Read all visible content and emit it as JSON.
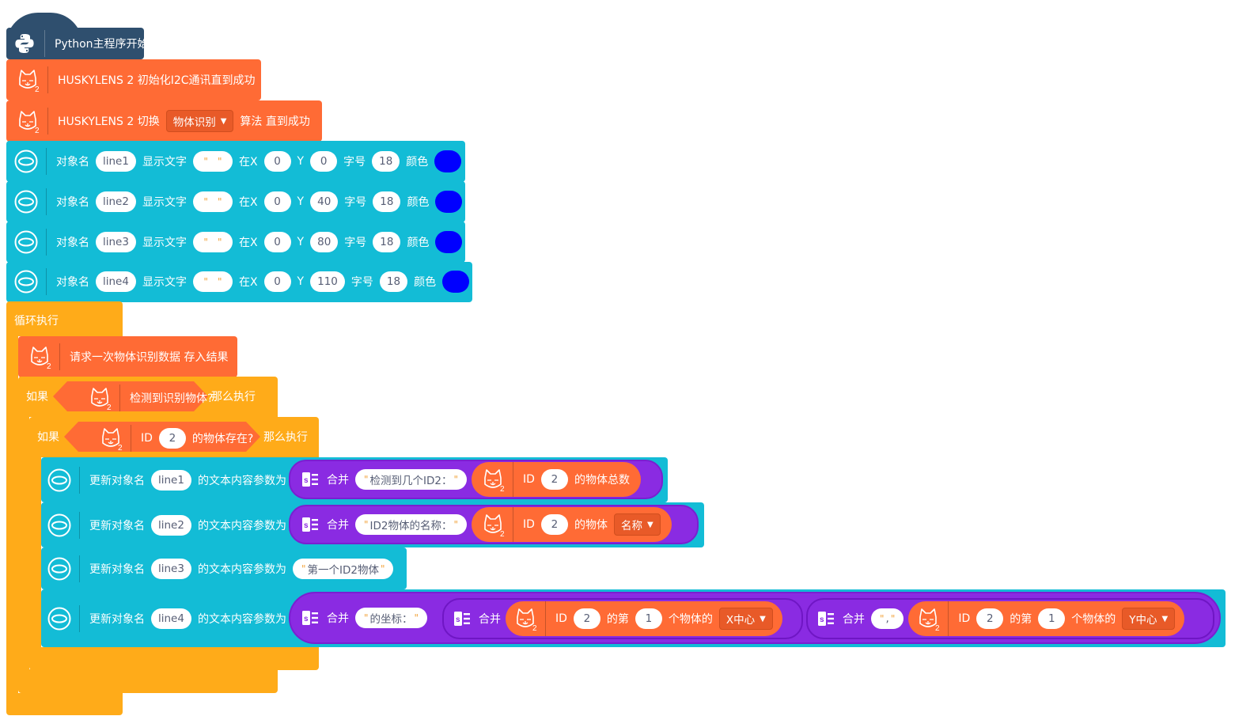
{
  "palette": {
    "python": "#2f4f6e",
    "huskylens": "#ff6b35",
    "sprite": "#13bcd6",
    "control": "#ffab19",
    "text_op": "#8a2be2",
    "color_value": "#0000ff"
  },
  "start_block": {
    "label": "Python主程序开始",
    "icon": "python-logo-icon"
  },
  "husky_init": {
    "label": "HUSKYLENS 2 初始化I2C通讯直到成功",
    "icon": "huskylens-cat-icon"
  },
  "husky_switch": {
    "prefix": "HUSKYLENS 2 切换",
    "algorithm": "物体识别",
    "suffix": "算法 直到成功"
  },
  "labels": {
    "obj_name": "对象名",
    "show_text": "显示文字",
    "at_x": "在X",
    "y": "Y",
    "font_size": "字号",
    "color": "颜色",
    "loop": "循环执行",
    "if": "如果",
    "then": "那么执行",
    "update_obj": "更新对象名",
    "set_text": "的文本内容参数为",
    "join": "合并",
    "id": "ID",
    "object_total": "的物体总数",
    "object_prop": "的物体",
    "the_nth": "的第",
    "nth_object": "个物体的"
  },
  "text_blocks": [
    {
      "name": "line1",
      "text": "",
      "x": "0",
      "y": "0",
      "size": "18"
    },
    {
      "name": "line2",
      "text": "",
      "x": "0",
      "y": "40",
      "size": "18"
    },
    {
      "name": "line3",
      "text": "",
      "x": "0",
      "y": "80",
      "size": "18"
    },
    {
      "name": "line4",
      "text": "",
      "x": "0",
      "y": "110",
      "size": "18"
    }
  ],
  "request_block": {
    "label": "请求一次物体识别数据 存入结果"
  },
  "if1": {
    "condition": "检测到识别物体?"
  },
  "if2": {
    "id": "2",
    "condition": "的物体存在?"
  },
  "updates": [
    {
      "name": "line1",
      "join_text": "检测到几个ID2：",
      "id": "2"
    },
    {
      "name": "line2",
      "join_text": "ID2物体的名称：",
      "id": "2",
      "prop": "名称"
    },
    {
      "name": "line3",
      "value": "第一个ID2物体"
    },
    {
      "name": "line4",
      "join_text": "的坐标：",
      "id1": "2",
      "nth1": "1",
      "prop1": "X中心",
      "sep_text": ",",
      "id2": "2",
      "nth2": "1",
      "prop2": "Y中心"
    }
  ]
}
